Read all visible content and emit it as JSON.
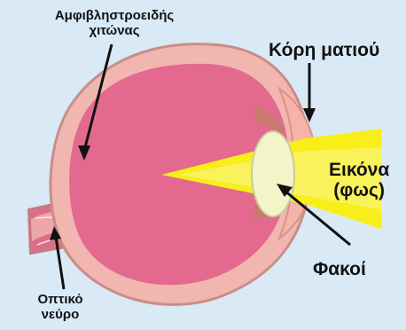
{
  "labels": {
    "retina_line1": "Αμφιβληστροειδής",
    "retina_line2": "χιτώνας",
    "pupil": "Κόρη ματιού",
    "image_line1": "Εικόνα",
    "image_line2": "(φως)",
    "lens": "Φακοί",
    "optic_nerve_line1": "Οπτικό",
    "optic_nerve_line2": "νεύρο"
  },
  "colors": {
    "background": "#d9e9f6",
    "sclera": "#f2b6b1",
    "sclera_outline": "#c98d88",
    "vitreous": "#e4698f",
    "light_beam": "#f7ee1a",
    "lens": "#f3f4c7",
    "iris": "#c77a6b",
    "cornea": "#f4b4a7",
    "nerve": "#d76e8c",
    "arrow": "#111111"
  }
}
